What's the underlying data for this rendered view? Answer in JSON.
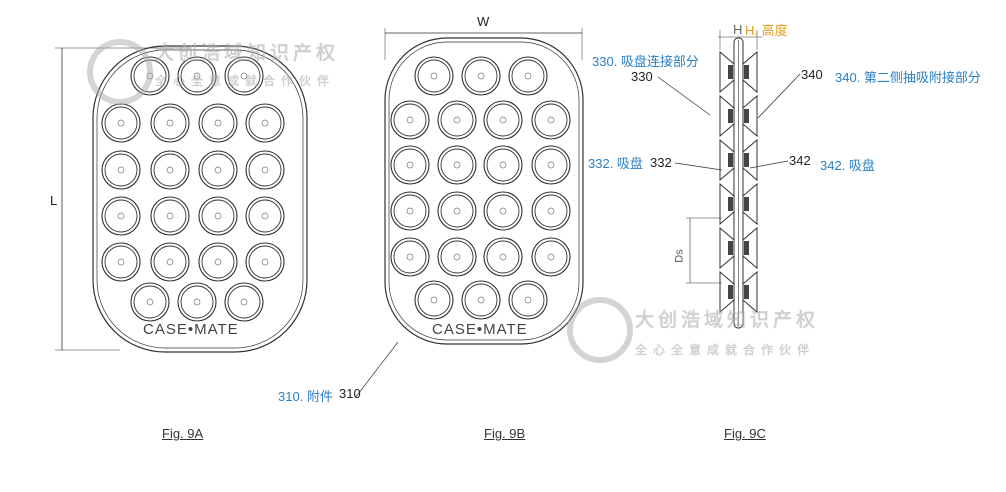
{
  "figures": [
    {
      "caption": "Fig. 9A",
      "dimension_label": "L",
      "brand": "CASE•MATE"
    },
    {
      "caption": "Fig. 9B",
      "dimension_label": "W",
      "brand": "CASE•MATE",
      "ref": "310",
      "ref_label": "310. 附件"
    },
    {
      "caption": "Fig. 9C",
      "dimension_h": "H",
      "dimension_h_label": "H. 高度",
      "dimension_ds": "Ds",
      "refs": [
        {
          "num": "330",
          "label": "330. 吸盘连接部分"
        },
        {
          "num": "340",
          "label": "340. 第二侧抽吸附接部分"
        },
        {
          "num": "332",
          "label": "332. 吸盘"
        },
        {
          "num": "342",
          "label": "342. 吸盘"
        }
      ]
    }
  ],
  "watermark": {
    "line1": "大创浩域知识产权",
    "line2": "全心全意成就合作伙伴"
  },
  "colors": {
    "label_blue": "#2a7fc4",
    "label_orange": "#e0a020",
    "line": "#333333"
  }
}
